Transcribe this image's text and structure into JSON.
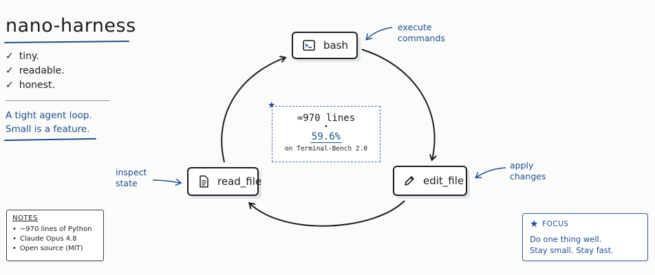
{
  "title": "nano-harness",
  "checks": [
    "tiny.",
    "readable.",
    "honest."
  ],
  "check_glyph": "✓",
  "tagline": [
    "A tight agent loop.",
    "Small is a feature."
  ],
  "nodes": {
    "bash": {
      "label": "bash",
      "icon": "terminal-icon"
    },
    "edit_file": {
      "label": "edit_file",
      "icon": "pencil-icon"
    },
    "read_file": {
      "label": "read_file",
      "icon": "document-icon"
    }
  },
  "annotations": {
    "execute": [
      "execute",
      "commands"
    ],
    "apply": [
      "apply",
      "changes"
    ],
    "inspect": [
      "inspect",
      "state"
    ]
  },
  "stats": {
    "lines": "≈970 lines",
    "separator": "•",
    "score": "59.6%",
    "benchmark": "on Terminal-Bench 2.0"
  },
  "notes": {
    "heading": "NOTES",
    "items": [
      "~970 lines of Python",
      "Claude Opus 4.8",
      "Open source  (MIT)"
    ]
  },
  "focus": {
    "heading": "FOCUS",
    "lines": [
      "Do one thing well.",
      "Stay small. Stay fast."
    ]
  },
  "colors": {
    "ink": "#1b1b1b",
    "accent_blue": "#1f4e8c",
    "background": "#fbfbf9"
  }
}
